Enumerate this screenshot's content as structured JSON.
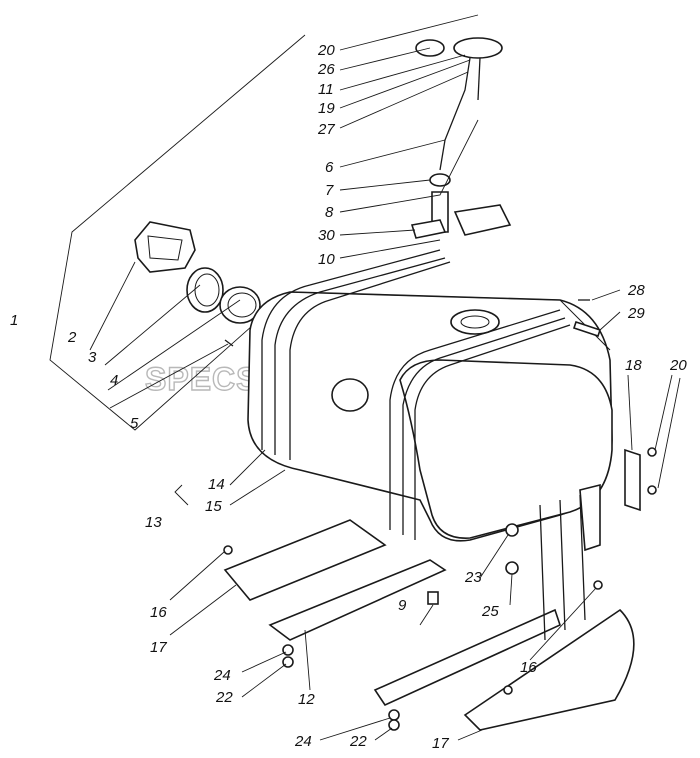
{
  "watermark": "SPECSERVER.COM",
  "callouts": [
    "1",
    "2",
    "3",
    "4",
    "5",
    "6",
    "7",
    "8",
    "9",
    "10",
    "11",
    "12",
    "13",
    "14",
    "15",
    "16",
    "16",
    "17",
    "17",
    "18",
    "19",
    "20",
    "20",
    "22",
    "22",
    "23",
    "24",
    "24",
    "25",
    "26",
    "27",
    "28",
    "29",
    "30"
  ]
}
